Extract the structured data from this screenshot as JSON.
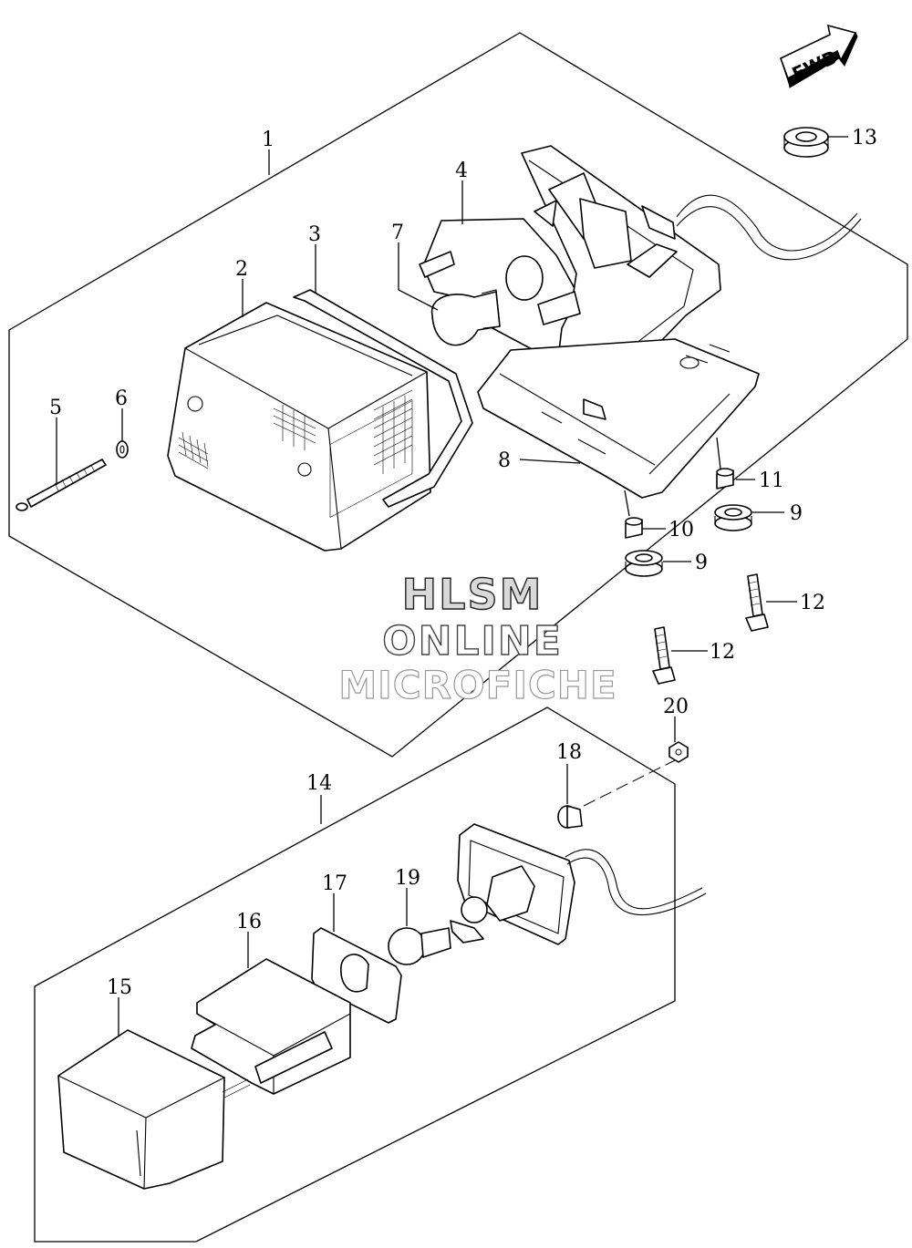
{
  "fwd_label": "FWD",
  "watermark": {
    "line1": "HLSM",
    "line2": "ONLINE",
    "line3": "MICROFICHE"
  },
  "callouts": {
    "c1": "1",
    "c2": "2",
    "c3": "3",
    "c4": "4",
    "c5": "5",
    "c6": "6",
    "c7": "7",
    "c8": "8",
    "c9a": "9",
    "c9b": "9",
    "c10": "10",
    "c11": "11",
    "c12a": "12",
    "c12b": "12",
    "c13": "13",
    "c14": "14",
    "c15": "15",
    "c16": "16",
    "c17": "17",
    "c18": "18",
    "c19": "19",
    "c20": "20"
  }
}
